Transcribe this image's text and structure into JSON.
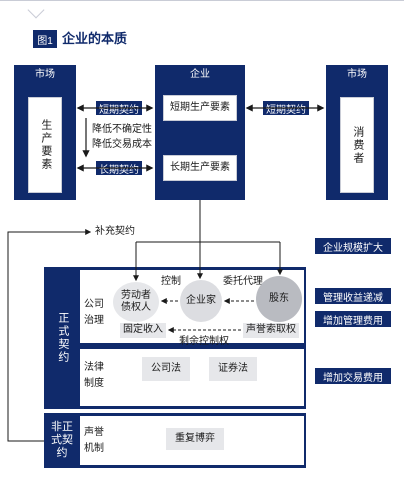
{
  "header": {
    "badge": "图1",
    "title": "企业的本质"
  },
  "top": {
    "market_left": {
      "title": "市场",
      "body": "生产要素"
    },
    "company": {
      "title": "企业",
      "short_factor": "短期生产要素",
      "long_factor": "长期生产要素"
    },
    "market_right": {
      "title": "市场",
      "body": "消费者"
    },
    "labels": {
      "short_contract_left": "短期契约",
      "reduce_uncertainty": "降低不确定性",
      "reduce_cost": "降低交易成本",
      "long_contract": "长期契约",
      "short_contract_right": "短期契约"
    }
  },
  "supplement": "补充契约",
  "formal": {
    "title": "正式契约",
    "governance": {
      "title": "公司治理",
      "control": "控制",
      "delegation": "委托代理",
      "labor": "劳动者债权人",
      "entrepreneur": "企业家",
      "shareholder": "股东",
      "fixed_income": "固定收入",
      "reputation": "声誉索取权",
      "residual": "剩余控制权"
    },
    "law": {
      "title": "法律制度",
      "company_law": "公司法",
      "securities_law": "证券法"
    }
  },
  "informal": {
    "title": "非正式契约",
    "reputation": {
      "title": "声誉机制",
      "game": "重复博弈"
    }
  },
  "right_tags": {
    "expand": "企业规模扩大",
    "diminishing": "管理收益递减",
    "mgmt_cost": "增加管理费用",
    "trans_cost": "增加交易费用"
  },
  "colors": {
    "navy": "#102a6b",
    "grey": "#e6e7ea",
    "circle_dark": "#b9bbc1",
    "circle_light": "#dcdde1"
  }
}
